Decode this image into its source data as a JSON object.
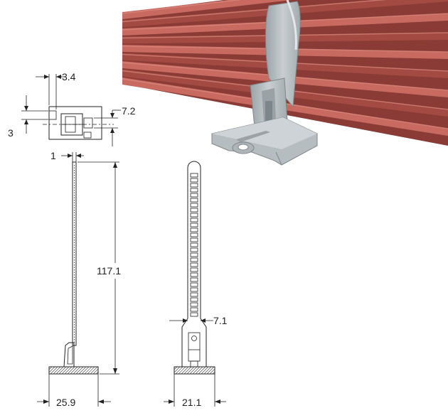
{
  "photo": {
    "description_icon": "cable-tie-mount-photo-icon",
    "colors": {
      "cable": "#a34a42",
      "cable_hi": "#c96a60",
      "tie": "#b9c0c3",
      "tie_dark": "#8e979b"
    }
  },
  "dimensions": {
    "d1": "3.4",
    "d2": "7.2",
    "d3": "3",
    "d4": "1",
    "d5": "117.1",
    "d6": "7.1",
    "d7": "25.9",
    "d8": "21.1"
  }
}
